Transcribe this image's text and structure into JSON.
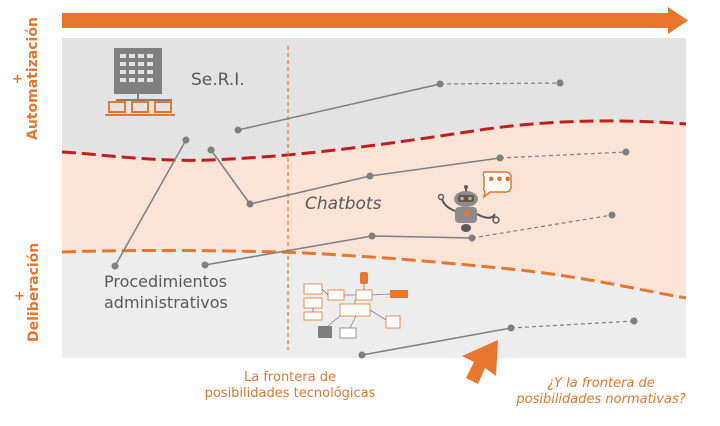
{
  "axis": {
    "top_label": "Automatización",
    "top_plus": "+",
    "bottom_label": "Deliberación",
    "bottom_plus": "+"
  },
  "labels": {
    "seri": "Se.R.I.",
    "chatbots": "Chatbots",
    "procedimientos_line1": "Procedimientos",
    "procedimientos_line2": "administrativos"
  },
  "captions": {
    "tech_line1": "La frontera de",
    "tech_line2": "posibilidades tecnológicas",
    "norm_line1": "¿Y la frontera de",
    "norm_line2": "posibilidades normativas?"
  },
  "bubble_text": "•••",
  "colors": {
    "orange": "#E8762D",
    "top_band": "#E3E3E3",
    "middle_band": "#FBE3D5",
    "bottom_band": "#EDEDED",
    "dark_red": "#C01E1E",
    "line_gray": "#7F7F7F"
  }
}
